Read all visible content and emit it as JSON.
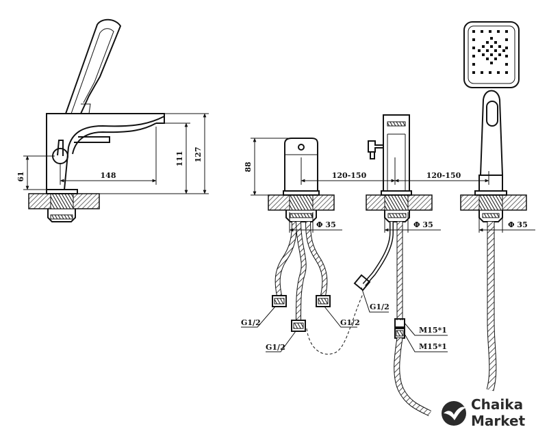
{
  "dimensions": {
    "spout_reach": "148",
    "handle_height": "61",
    "spout_height": "111",
    "total_height": "127",
    "mixer_body_height": "88",
    "spacing_left": "120-150",
    "spacing_right": "120-150",
    "hole_diameter_1": "Φ 35",
    "hole_diameter_2": "Φ 35",
    "hole_diameter_3": "Φ 35"
  },
  "connections": {
    "left_inlet": "G1/2",
    "right_inlet": "G1/2",
    "outlet": "G1/2",
    "diverter_port": "G1/2",
    "shower_hose_top": "M15*1",
    "shower_hose_bottom": "M15*1"
  },
  "brand": {
    "line1": "Chaika",
    "line2": "Market"
  },
  "colors": {
    "ink": "#111111",
    "wall_hatch": "#6b6b6b",
    "logo": "#2b2b2b"
  }
}
